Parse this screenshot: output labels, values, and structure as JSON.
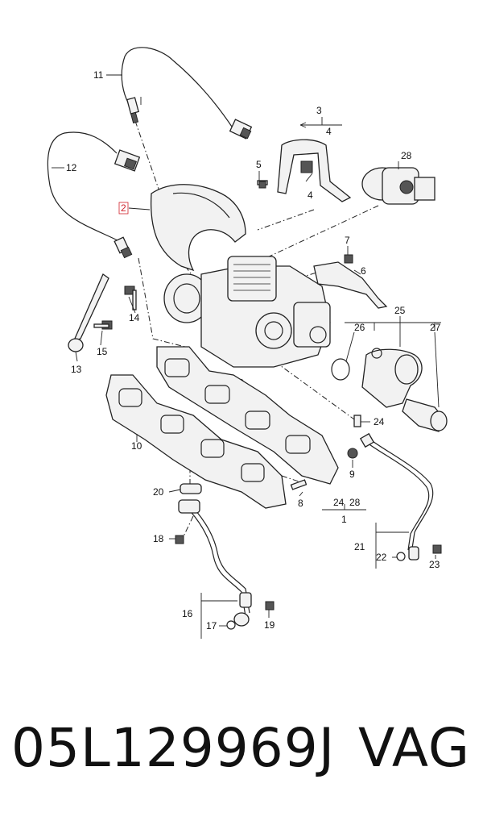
{
  "footer": {
    "part_number": "05L129969J",
    "brand": "VAG"
  },
  "callouts": {
    "c1": "1",
    "c2": "2",
    "c3": "3",
    "c4a": "4",
    "c4b": "4",
    "c5": "5",
    "c6": "6",
    "c7": "7",
    "c8": "8",
    "c9": "9",
    "c10": "10",
    "c11": "11",
    "c12": "12",
    "c13": "13",
    "c14": "14",
    "c15": "15",
    "c16": "16",
    "c17": "17",
    "c18": "18",
    "c19": "19",
    "c20": "20",
    "c21": "21",
    "c22": "22",
    "c23": "23",
    "c24a": "24",
    "c24b": "24",
    "c25": "25",
    "c26": "26",
    "c27": "27",
    "c28a": "28",
    "c28b": "28"
  },
  "colors": {
    "highlight_callout": "#d0202a",
    "line": "#222222"
  }
}
